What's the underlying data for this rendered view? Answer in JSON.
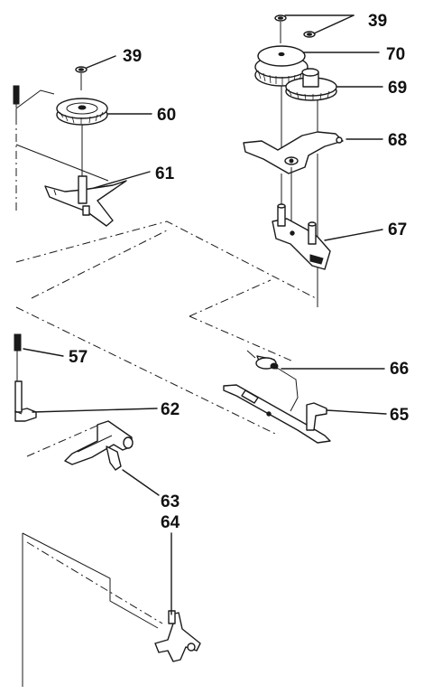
{
  "callouts": [
    {
      "id": "39-top-right",
      "label": "39"
    },
    {
      "id": "70",
      "label": "70"
    },
    {
      "id": "39-left",
      "label": "39"
    },
    {
      "id": "69",
      "label": "69"
    },
    {
      "id": "60",
      "label": "60"
    },
    {
      "id": "68",
      "label": "68"
    },
    {
      "id": "61",
      "label": "61"
    },
    {
      "id": "67",
      "label": "67"
    },
    {
      "id": "57",
      "label": "57"
    },
    {
      "id": "66",
      "label": "66"
    },
    {
      "id": "62",
      "label": "62"
    },
    {
      "id": "65",
      "label": "65"
    },
    {
      "id": "63",
      "label": "63"
    },
    {
      "id": "64",
      "label": "64"
    }
  ]
}
